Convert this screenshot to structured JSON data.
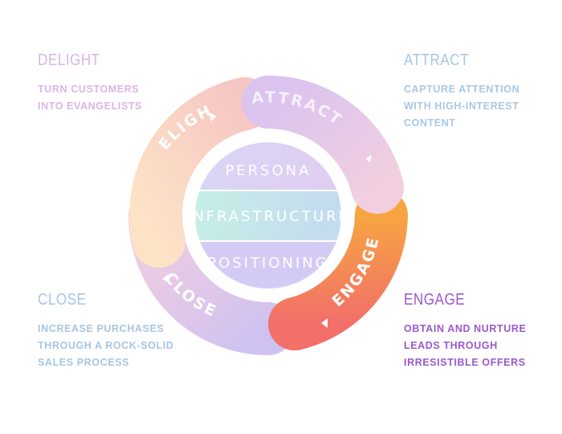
{
  "corners": {
    "delight": {
      "title": "DELIGHT",
      "lines": [
        "TURN CUSTOMERS",
        "INTO EVANGELISTS"
      ]
    },
    "attract": {
      "title": "ATTRACT",
      "lines": [
        "CAPTURE ATTENTION",
        "WITH HIGH-INTEREST",
        "CONTENT"
      ]
    },
    "close": {
      "title": "CLOSE",
      "lines": [
        "INCREASE PURCHASES",
        "THROUGH A ROCK-SOLID",
        "SALES PROCESS"
      ]
    },
    "engage": {
      "title": "ENGAGE",
      "lines": [
        "OBTAIN AND NURTURE",
        "LEADS THROUGH",
        "IRRESISTIBLE OFFERS"
      ]
    }
  },
  "cycle": {
    "segments": {
      "attract": "ATTRACT",
      "engage": "ENGAGE",
      "close": "CLOSE",
      "delight": "DELIGHT"
    },
    "core": {
      "top": "PERSONA",
      "middle": "INFRASTRUCTURE",
      "bottom": "POSITIONING"
    }
  },
  "colors": {
    "attract": "#d9c3ef",
    "engage_start": "#f7a541",
    "engage_end": "#f26f6a",
    "close": "#d3c0ee",
    "delight_start": "#fde3c6",
    "delight_end": "#f6c6c4",
    "core_top": "#dcd4f5",
    "core_middle": "#cdebe8",
    "core_bottom": "#d6ccf4"
  }
}
